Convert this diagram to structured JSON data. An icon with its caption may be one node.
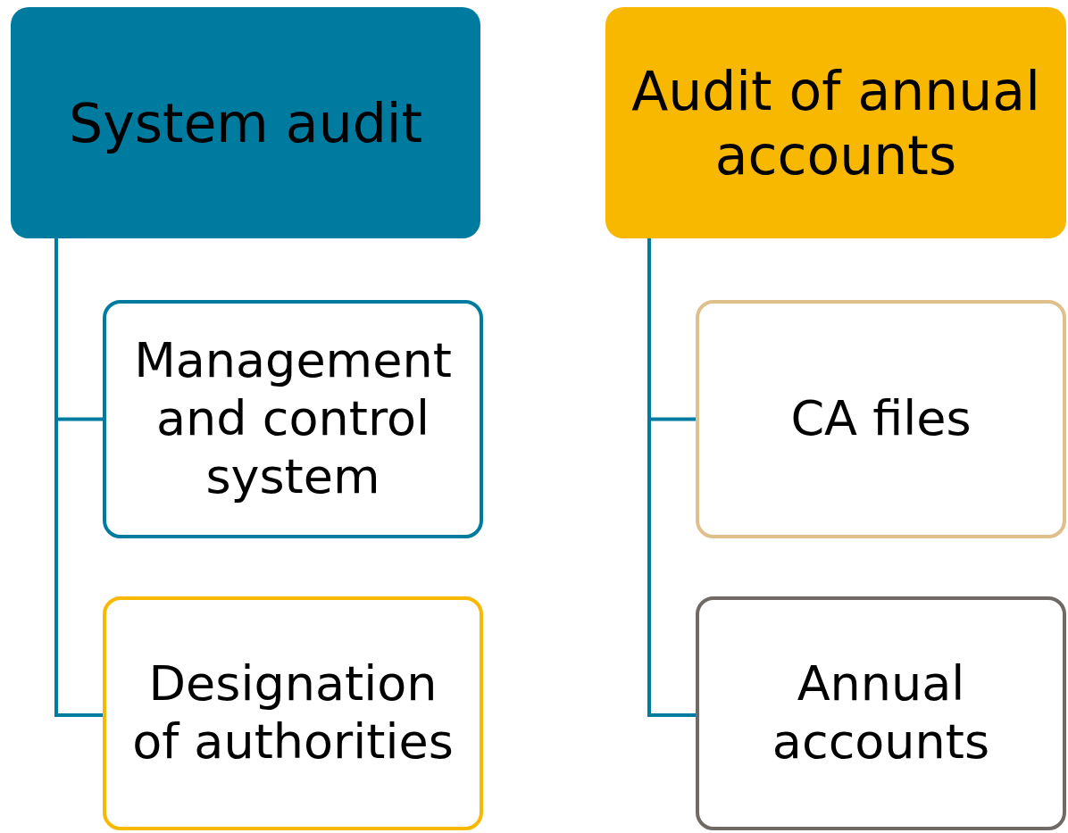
{
  "diagram": {
    "nodes": [
      {
        "text": [
          "System audit"
        ]
      },
      {
        "text": [
          "Management and control system"
        ]
      },
      {
        "text": [
          "Designation of authorities"
        ]
      },
      {
        "text": [
          "Audit of annual accounts"
        ]
      },
      {
        "text": [
          "CA files"
        ]
      },
      {
        "text": [
          "Annual accounts"
        ]
      }
    ],
    "edges": [
      {
        "from": 0,
        "to": 1,
        "arrow": "none"
      },
      {
        "from": 0,
        "to": 2,
        "arrow": "none"
      },
      {
        "from": 3,
        "to": 4,
        "arrow": "none"
      },
      {
        "from": 3,
        "to": 5,
        "arrow": "none"
      }
    ]
  }
}
